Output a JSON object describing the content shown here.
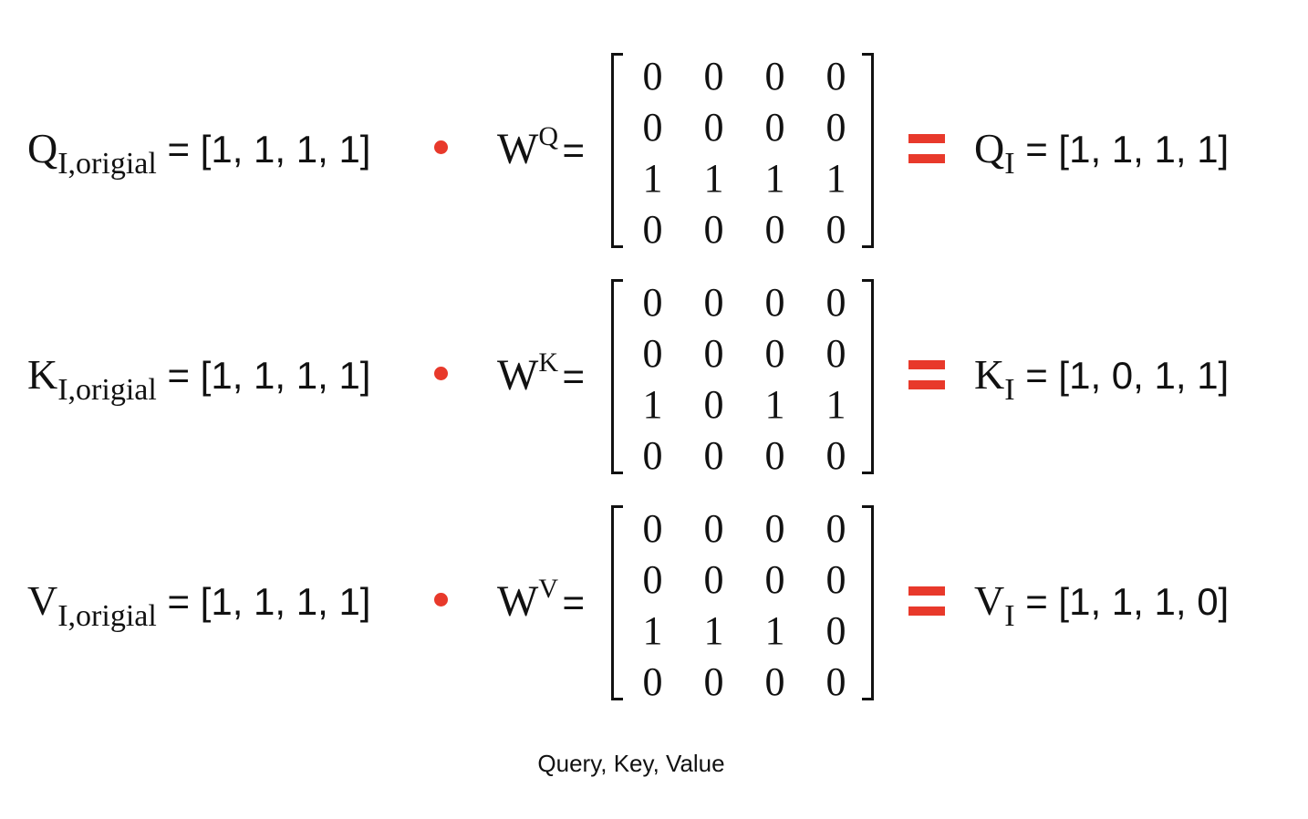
{
  "colors": {
    "operator": "#e8392b",
    "text": "#111111",
    "background": "#ffffff"
  },
  "rows": [
    {
      "orig_symbol": "Q",
      "orig_sub": "I,origial",
      "orig_vec": "= [1, 1, 1, 1]",
      "w_symbol": "W",
      "w_sup": "Q",
      "w_eq": "=",
      "matrix": [
        [
          "0",
          "0",
          "0",
          "0"
        ],
        [
          "0",
          "0",
          "0",
          "0"
        ],
        [
          "1",
          "1",
          "1",
          "1"
        ],
        [
          "0",
          "0",
          "0",
          "0"
        ]
      ],
      "res_symbol": "Q",
      "res_sub": "I",
      "res_vec": "= [1, 1, 1, 1]"
    },
    {
      "orig_symbol": "K",
      "orig_sub": "I,origial",
      "orig_vec": "= [1, 1, 1, 1]",
      "w_symbol": "W",
      "w_sup": "K",
      "w_eq": "=",
      "matrix": [
        [
          "0",
          "0",
          "0",
          "0"
        ],
        [
          "0",
          "0",
          "0",
          "0"
        ],
        [
          "1",
          "0",
          "1",
          "1"
        ],
        [
          "0",
          "0",
          "0",
          "0"
        ]
      ],
      "res_symbol": "K",
      "res_sub": "I",
      "res_vec": "= [1, 0, 1, 1]"
    },
    {
      "orig_symbol": "V",
      "orig_sub": "I,origial",
      "orig_vec": "= [1, 1, 1, 1]",
      "w_symbol": "W",
      "w_sup": "V",
      "w_eq": "=",
      "matrix": [
        [
          "0",
          "0",
          "0",
          "0"
        ],
        [
          "0",
          "0",
          "0",
          "0"
        ],
        [
          "1",
          "1",
          "1",
          "0"
        ],
        [
          "0",
          "0",
          "0",
          "0"
        ]
      ],
      "res_symbol": "V",
      "res_sub": "I",
      "res_vec": "= [1, 1, 1, 0]"
    }
  ],
  "caption": "Query, Key, Value"
}
